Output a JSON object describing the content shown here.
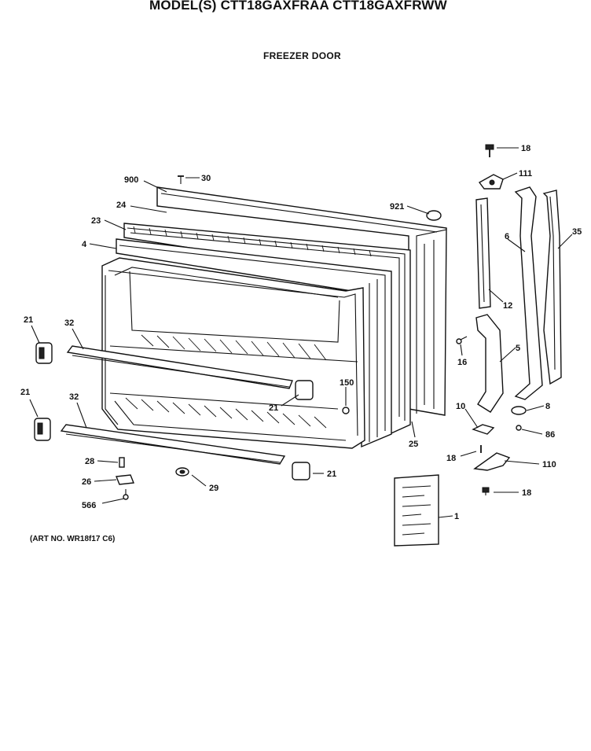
{
  "header": {
    "title": "MODEL(S) CTT18GAXFRAA  CTT18GAXFRWW",
    "subtitle": "FREEZER DOOR",
    "art_no": "(ART NO. WR18f17 C6)"
  },
  "callouts": [
    {
      "id": "c18a",
      "label": "18"
    },
    {
      "id": "c111",
      "label": "111"
    },
    {
      "id": "c900",
      "label": "900"
    },
    {
      "id": "c30",
      "label": "30"
    },
    {
      "id": "c24",
      "label": "24"
    },
    {
      "id": "c921",
      "label": "921"
    },
    {
      "id": "c23",
      "label": "23"
    },
    {
      "id": "c6",
      "label": "6"
    },
    {
      "id": "c35",
      "label": "35"
    },
    {
      "id": "c4",
      "label": "4"
    },
    {
      "id": "c12",
      "label": "12"
    },
    {
      "id": "c21a",
      "label": "21"
    },
    {
      "id": "c32a",
      "label": "32"
    },
    {
      "id": "c16",
      "label": "16"
    },
    {
      "id": "c5",
      "label": "5"
    },
    {
      "id": "c150",
      "label": "150"
    },
    {
      "id": "c21b",
      "label": "21"
    },
    {
      "id": "c32b",
      "label": "32"
    },
    {
      "id": "c21c",
      "label": "21"
    },
    {
      "id": "c10",
      "label": "10"
    },
    {
      "id": "c8",
      "label": "8"
    },
    {
      "id": "c86",
      "label": "86"
    },
    {
      "id": "c25",
      "label": "25"
    },
    {
      "id": "c18b",
      "label": "18"
    },
    {
      "id": "c110",
      "label": "110"
    },
    {
      "id": "c28",
      "label": "28"
    },
    {
      "id": "c26",
      "label": "26"
    },
    {
      "id": "c29",
      "label": "29"
    },
    {
      "id": "c21d",
      "label": "21"
    },
    {
      "id": "c18c",
      "label": "18"
    },
    {
      "id": "c566",
      "label": "566"
    },
    {
      "id": "c1",
      "label": "1"
    }
  ]
}
